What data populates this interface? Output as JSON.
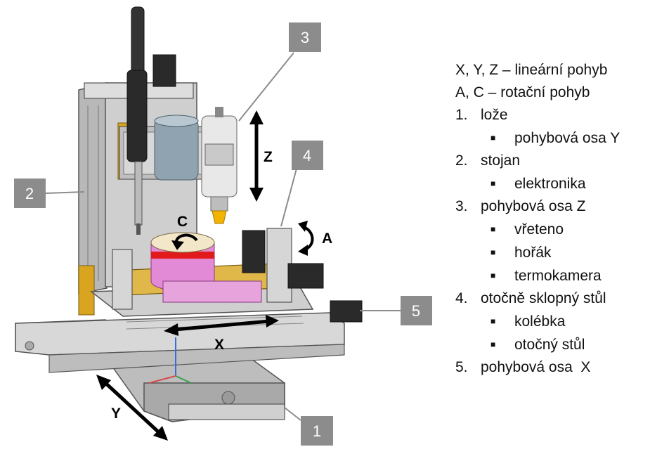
{
  "callouts": [
    {
      "id": "1",
      "label": "1"
    },
    {
      "id": "2",
      "label": "2"
    },
    {
      "id": "3",
      "label": "3"
    },
    {
      "id": "4",
      "label": "4"
    },
    {
      "id": "5",
      "label": "5"
    }
  ],
  "axes": {
    "x": "X",
    "y": "Y",
    "z": "Z",
    "a": "A",
    "c": "C"
  },
  "legend": {
    "header_linear": "X, Y, Z – lineární pohyb",
    "header_rotary": "A, C – rotační pohyb",
    "items": [
      {
        "num": "1.",
        "label": "lože",
        "subs": [
          "pohybová osa Y"
        ]
      },
      {
        "num": "2.",
        "label": "stojan",
        "subs": [
          "elektronika"
        ]
      },
      {
        "num": "3.",
        "label": "pohybová osa Z",
        "subs": [
          "vřeteno",
          "hořák",
          "termokamera"
        ]
      },
      {
        "num": "4.",
        "label": "otočně sklopný stůl",
        "subs": [
          "kolébka",
          "otočný stůl"
        ]
      },
      {
        "num": "5.",
        "label": "pohybová osa  X",
        "subs": []
      }
    ]
  },
  "colors": {
    "callout": "#8c8c8c",
    "machine_body": "#c9c9c9",
    "machine_dark": "#8f8f8f",
    "brass": "#d9a520",
    "turntable_top": "#f3e7c9",
    "turntable_red": "#e11b1b",
    "turntable_pink": "#e38ad6"
  }
}
